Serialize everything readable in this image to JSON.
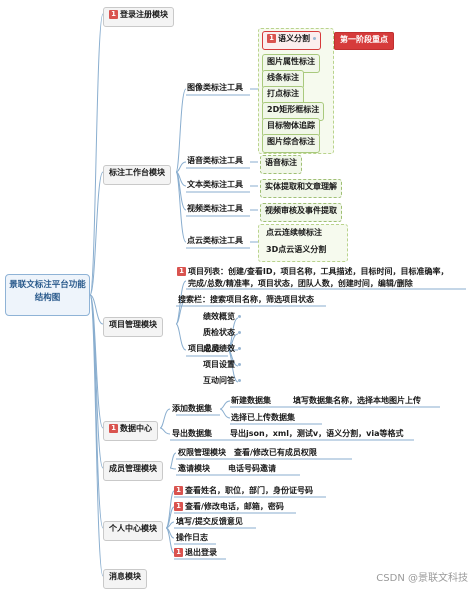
{
  "root": "景联文标注平台功能结构图",
  "callout": "第一阶段重点",
  "watermark": "CSDN @景联文科技",
  "branches": {
    "login": "登录注册模块",
    "annotation": "标注工作台模块",
    "project": "项目管理模块",
    "data": "数据中心",
    "member": "成员管理模块",
    "personal": "个人中心模块",
    "message": "消息模块"
  },
  "annotation_tools": {
    "image": "图像类标注工具",
    "speech": "语音类标注工具",
    "text": "文本类标注工具",
    "video": "视频类标注工具",
    "pointcloud": "点云类标注工具"
  },
  "image_items": [
    "语义分割",
    "图片属性标注",
    "线条标注",
    "打点标注",
    "2D矩形框标注",
    "目标物体追踪",
    "图片综合标注"
  ],
  "speech_items": [
    "语音标注"
  ],
  "text_items": [
    "实体提取和文章理解"
  ],
  "video_items": [
    "视频审核及事件提取"
  ],
  "pointcloud_items": [
    "点云连续帧标注",
    "3D点云语义分割"
  ],
  "project_items": {
    "list_line1": "项目列表：创建/查看ID，项目名称，工具描述，目标时间，目标准确率，",
    "list_line2": "完成/总数/精准率，项目状态，团队人数，创建时间，编辑/删除",
    "search": "搜索栏：搜索项目名称，筛选项目状态",
    "overview": "项目总览",
    "overview_items": [
      "绩效概览",
      "质检状态",
      "成员绩效",
      "项目设置",
      "互动问答"
    ]
  },
  "data_items": {
    "add": "添加数据集",
    "new": "新建数据集",
    "new_desc": "填写数据集名称，选择本地图片上传",
    "uploaded": "选择已上传数据集",
    "export": "导出数据集",
    "export_desc": "导出json，xml，测试v，语义分割，via等格式"
  },
  "member_items": {
    "perm": "权限管理模块",
    "perm_desc": "查看/修改已有成员权限",
    "invite": "邀请模块",
    "invite_desc": "电话号码邀请"
  },
  "personal_items": [
    "查看姓名，职位，部门，身份证号码",
    "查看/修改电话，邮箱，密码",
    "填写/提交反馈意见",
    "操作日志",
    "退出登录"
  ]
}
